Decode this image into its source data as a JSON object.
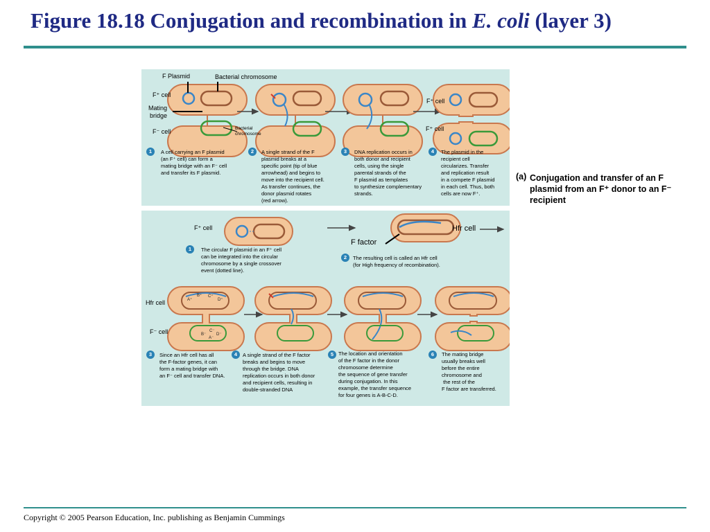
{
  "title": {
    "pre": "Figure 18.18 Conjugation and recombination in ",
    "italic": "E. coli",
    "post": " (layer 3)"
  },
  "panel_a": {
    "labels": {
      "f_plasmid": "F Plasmid",
      "bacterial_chromosome": "Bacterial chromosome",
      "f_plus_cell": "F⁺ cell",
      "mating_bridge_1": "Mating",
      "mating_bridge_2": "bridge",
      "f_minus_cell": "F⁻ cell",
      "bacterial_chromosome_small_1": "Bacterial",
      "bacterial_chromosome_small_2": "chromosome",
      "f_plus_cell_top": "F⁺ cell",
      "f_plus_cell_bottom": "F⁺ cell"
    },
    "steps": [
      {
        "num": "1",
        "lines": [
          "A cell carrying an F plasmid",
          "(an F⁺ cell) can form a",
          "mating bridge with an F⁻ cell",
          "and transfer its F plasmid."
        ]
      },
      {
        "num": "2",
        "lines": [
          "A single strand of the F",
          "plasmid breaks at a",
          "specific point (tip of blue",
          "arrowhead) and begins to",
          "move into the recipient cell.",
          "As transfer continues, the",
          "donor plasmid rotates",
          "(red arrow)."
        ]
      },
      {
        "num": "3",
        "lines": [
          "DNA replication occurs in",
          "both donor and recipient",
          "cells, using the single",
          "parental strands of the",
          "F plasmid as templates",
          "to synthesize complementary",
          "strands."
        ]
      },
      {
        "num": "4",
        "lines": [
          "The plasmid in the",
          "recipient cell",
          "circularizes. Transfer",
          "and replication  result",
          "in a compete F  plasmid",
          "in each cell. Thus, both",
          "cells are now F⁺."
        ]
      }
    ],
    "caption_tag": "(a)",
    "caption": "Conjugation and transfer of an F plasmid from an F⁺ donor to an F⁻  recipient"
  },
  "panel_b": {
    "labels": {
      "f_plus_cell": "F⁺ cell",
      "hfr_cell_top": "Hfr cell",
      "f_factor": "F factor",
      "hfr_cell": "Hfr cell",
      "f_minus_cell": "F⁻ cell"
    },
    "steps_top": [
      {
        "num": "1",
        "lines": [
          "The circular F plasmid in an F⁺ cell",
          "can be integrated into the circular",
          "chromosome by a single crossover",
          "event (dotted line)."
        ]
      },
      {
        "num": "2",
        "lines": [
          "The resulting cell is called an Hfr cell",
          "(for High frequency of recombination)."
        ]
      }
    ],
    "steps_bottom": [
      {
        "num": "3",
        "lines": [
          "Since an Hfr cell has all",
          "the F-factor genes, it can",
          "form a mating bridge with",
          "an F⁻ cell and transfer DNA."
        ]
      },
      {
        "num": "4",
        "lines": [
          "A single strand of the F factor",
          "breaks and begins to move",
          "through  the bridge. DNA",
          "replication occurs in both donor",
          "and recipient cells, resulting in",
          "double-stranded DNA"
        ]
      },
      {
        "num": "5",
        "lines": [
          "The location and orientation",
          "of the F factor in the donor",
          "chromosome determine",
          "the sequence of gene transfer",
          "during conjugation. In this",
          "example, the transfer sequence",
          "for four genes is A-B-C-D."
        ]
      },
      {
        "num": "6",
        "lines": [
          "The mating bridge",
          "usually breaks well",
          "before the entire",
          "chromosome and",
          " the rest of the",
          "F factor are transferred."
        ]
      }
    ],
    "genes_donor": [
      "A⁺",
      "B⁺",
      "C⁺",
      "D⁺"
    ],
    "genes_recipient": [
      "A⁻",
      "B⁻",
      "C⁻",
      "D⁻"
    ]
  },
  "footer": {
    "copyright": "Copyright © 2005 Pearson Education, Inc. publishing as Benjamin Cummings"
  },
  "colors": {
    "title": "#1f2a84",
    "rule": "#2f8f8c",
    "panel": "#cfe9e6",
    "cell": "#f3c69a",
    "cell_edge": "#c9784e",
    "plasmid": "#3a86c8",
    "chromosome_donor": "#9a5a38",
    "chromosome_recipient": "#3a9a3a"
  }
}
